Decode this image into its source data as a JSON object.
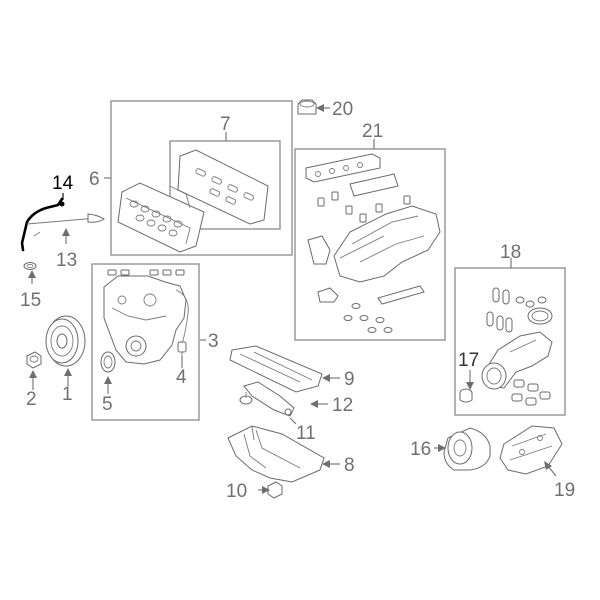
{
  "callouts": {
    "c1": "1",
    "c2": "2",
    "c3": "3",
    "c4": "4",
    "c5": "5",
    "c6": "6",
    "c7": "7",
    "c8": "8",
    "c9": "9",
    "c10": "10",
    "c11": "11",
    "c12": "12",
    "c13": "13",
    "c14": "14",
    "c15": "15",
    "c16": "16",
    "c17": "17",
    "c18": "18",
    "c19": "19",
    "c20": "20",
    "c21": "21"
  },
  "colors": {
    "line": "#6e6e6e",
    "highlight": "#000000",
    "box": "#8a8a8a"
  },
  "highlighted_part": "14"
}
